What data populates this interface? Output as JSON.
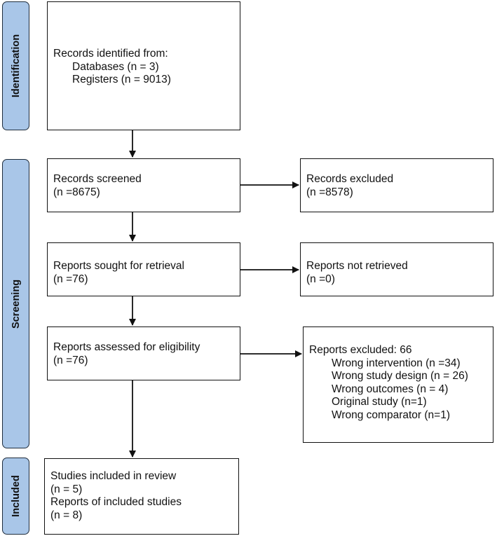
{
  "stages": {
    "identification": "Identification",
    "screening": "Screening",
    "included": "Included"
  },
  "identification_box": {
    "title": "Records identified from:",
    "databases": "Databases (n = 3)",
    "registers": "Registers (n = 9013)"
  },
  "screened_box": {
    "title": "Records screened",
    "count": "(n =8675)"
  },
  "excluded_box": {
    "title": "Records excluded",
    "count": "(n =8578)"
  },
  "sought_box": {
    "title": "Reports sought for retrieval",
    "count": "(n =76)"
  },
  "not_retrieved_box": {
    "title": "Reports not retrieved",
    "count": "(n =0)"
  },
  "assessed_box": {
    "title": "Reports assessed for eligibility",
    "count": "(n =76)"
  },
  "reports_excluded_box": {
    "title": "Reports excluded: 66",
    "reasons": [
      "Wrong intervention (n =34)",
      "Wrong study design (n = 26)",
      "Wrong outcomes (n = 4)",
      "Original study (n=1)",
      "Wrong comparator (n=1)"
    ]
  },
  "included_box": {
    "studies_label": "Studies included in review",
    "studies_count": "(n = 5)",
    "reports_label": "Reports of included studies",
    "reports_count": "(n = 8)"
  }
}
